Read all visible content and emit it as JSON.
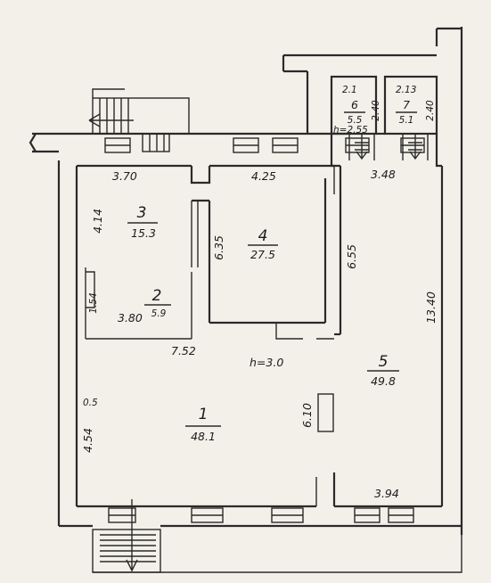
{
  "rooms": [
    {
      "number": "1",
      "area": "48.1"
    },
    {
      "number": "2",
      "area": "5.9"
    },
    {
      "number": "3",
      "area": "15.3"
    },
    {
      "number": "4",
      "area": "27.5"
    },
    {
      "number": "5",
      "area": "49.8"
    },
    {
      "number": "6",
      "area": "5.5"
    },
    {
      "number": "7",
      "area": "5.1"
    }
  ],
  "dimensions": {
    "room3_width": "3.70",
    "room3_length": "4.14",
    "room4_width": "4.25",
    "room4_length": "6.35",
    "room5_width_top": "3.48",
    "room5_length_left": "6.55",
    "room5_length_right": "13.40",
    "room5_width_bottom": "3.94",
    "room2_length": "1.54",
    "room2_width": "3.80",
    "room1_width": "7.52",
    "room1_length": "4.54",
    "room1_offset": "0.5",
    "room5_partition": "6.10",
    "room6_width": "2.1",
    "room6_length": "2.40",
    "room6_height": "h=2.55",
    "room7_width": "2.13",
    "room7_length": "2.40"
  },
  "ceiling_height": "h=3.0"
}
